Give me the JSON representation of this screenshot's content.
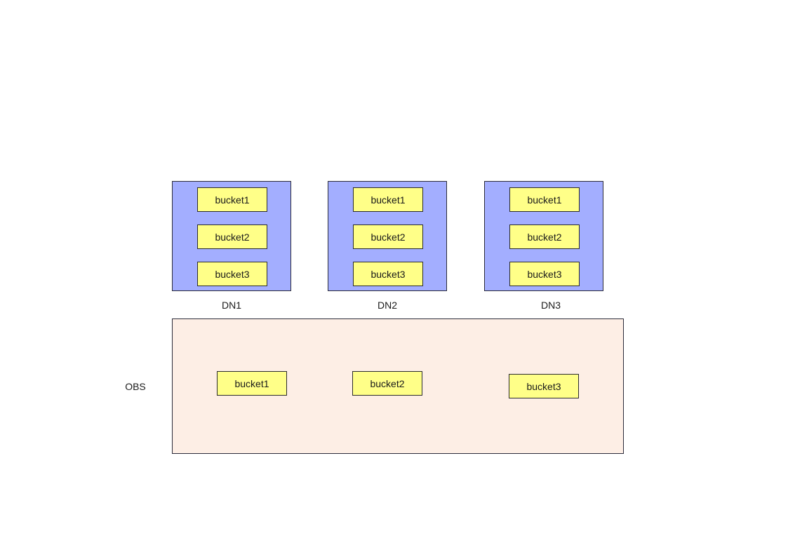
{
  "colors": {
    "node_fill": "#a3aeff",
    "bucket_fill": "#ffff88",
    "storage_fill": "#fdeee5"
  },
  "data_nodes": [
    {
      "label": "DN1",
      "buckets": [
        "bucket1",
        "bucket2",
        "bucket3"
      ]
    },
    {
      "label": "DN2",
      "buckets": [
        "bucket1",
        "bucket2",
        "bucket3"
      ]
    },
    {
      "label": "DN3",
      "buckets": [
        "bucket1",
        "bucket2",
        "bucket3"
      ]
    }
  ],
  "storage": {
    "label": "OBS",
    "buckets": [
      "bucket1",
      "bucket2",
      "bucket3"
    ]
  }
}
